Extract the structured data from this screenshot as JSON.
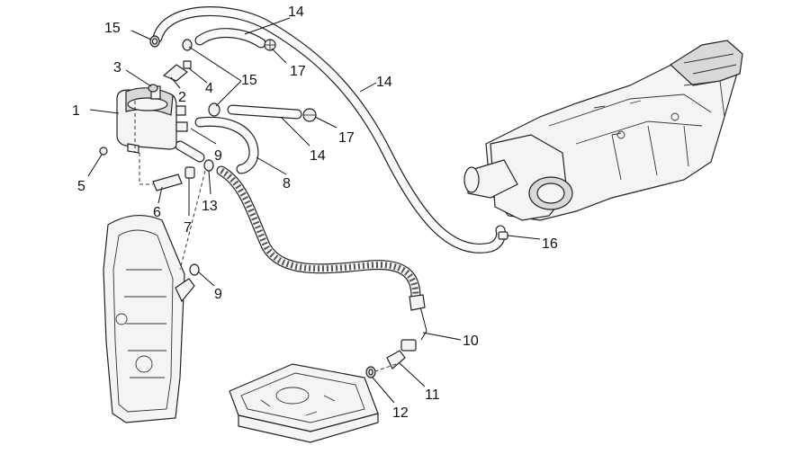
{
  "callouts": [
    {
      "id": "c1",
      "label": "1"
    },
    {
      "id": "c2",
      "label": "2"
    },
    {
      "id": "c3",
      "label": "3"
    },
    {
      "id": "c4",
      "label": "4"
    },
    {
      "id": "c5",
      "label": "5"
    },
    {
      "id": "c6",
      "label": "6"
    },
    {
      "id": "c7",
      "label": "7"
    },
    {
      "id": "c8",
      "label": "8"
    },
    {
      "id": "c9a",
      "label": "9"
    },
    {
      "id": "c9b",
      "label": "9"
    },
    {
      "id": "c10",
      "label": "10"
    },
    {
      "id": "c11",
      "label": "11"
    },
    {
      "id": "c12",
      "label": "12"
    },
    {
      "id": "c13",
      "label": "13"
    },
    {
      "id": "c14a",
      "label": "14"
    },
    {
      "id": "c14b",
      "label": "14"
    },
    {
      "id": "c14c",
      "label": "14"
    },
    {
      "id": "c15a",
      "label": "15"
    },
    {
      "id": "c15b",
      "label": "15"
    },
    {
      "id": "c16",
      "label": "16"
    },
    {
      "id": "c17a",
      "label": "17"
    },
    {
      "id": "c17b",
      "label": "17"
    }
  ]
}
